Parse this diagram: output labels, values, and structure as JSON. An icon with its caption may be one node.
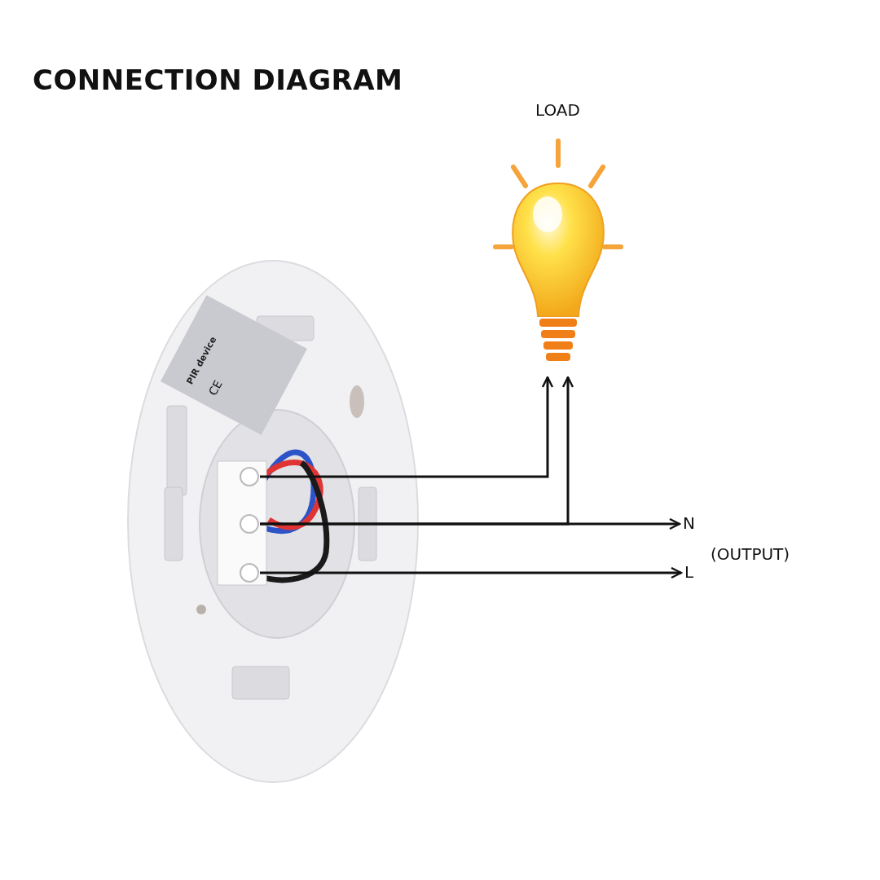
{
  "diagram": {
    "title": "CONNECTION DIAGRAM",
    "nodes": [
      {
        "text": [],
        "shape": "picture"
      },
      {
        "text": [],
        "shape": "circle",
        "in": 0
      },
      {
        "text": [],
        "shape": "circle",
        "in": 0
      },
      {
        "text": [],
        "shape": "circle",
        "in": 0
      },
      {
        "text": [
          "LOAD"
        ]
      },
      {
        "text": [
          "N"
        ]
      },
      {
        "text": [
          "L"
        ]
      }
    ],
    "edges": [
      {
        "from": 1,
        "to": 4,
        "arrow": "to"
      },
      {
        "from": 2,
        "to": 5,
        "arrow": "to"
      },
      {
        "from": 2,
        "to": 4,
        "arrow": "to"
      },
      {
        "from": 3,
        "to": 6,
        "arrow": "to"
      }
    ],
    "labels": [
      "PIR device",
      "CE",
      "(OUTPUT)"
    ]
  }
}
